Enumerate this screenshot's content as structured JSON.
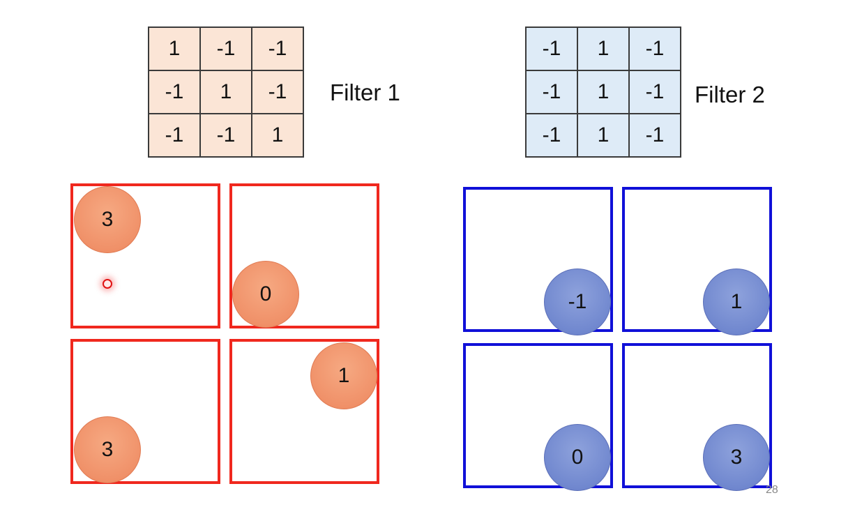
{
  "filter1": {
    "label": "Filter 1",
    "rows": [
      [
        "1",
        "-1",
        "-1"
      ],
      [
        "-1",
        "1",
        "-1"
      ],
      [
        "-1",
        "-1",
        "1"
      ]
    ],
    "color": "#fbe5d6"
  },
  "filter2": {
    "label": "Filter 2",
    "rows": [
      [
        "-1",
        "1",
        "-1"
      ],
      [
        "-1",
        "1",
        "-1"
      ],
      [
        "-1",
        "1",
        "-1"
      ]
    ],
    "color": "#deebf7"
  },
  "feature_map_1": {
    "border_color": "#f0281e",
    "values": [
      "3",
      "0",
      "3",
      "1"
    ]
  },
  "feature_map_2": {
    "border_color": "#1010d8",
    "values": [
      "-1",
      "1",
      "0",
      "3"
    ]
  },
  "page_number": "28"
}
